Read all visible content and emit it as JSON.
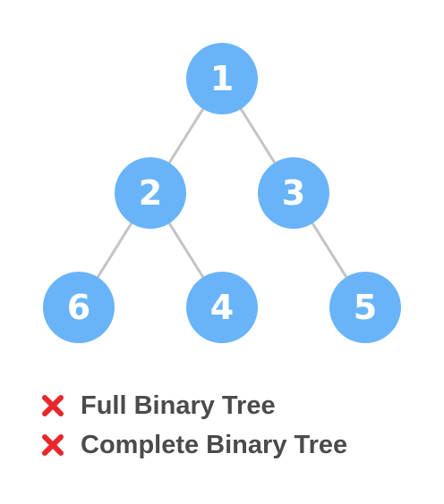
{
  "tree": {
    "nodes": [
      {
        "id": "1",
        "label": "1"
      },
      {
        "id": "2",
        "label": "2"
      },
      {
        "id": "3",
        "label": "3"
      },
      {
        "id": "6",
        "label": "6"
      },
      {
        "id": "4",
        "label": "4"
      },
      {
        "id": "5",
        "label": "5"
      }
    ],
    "edges": [
      {
        "from": "1",
        "to": "2"
      },
      {
        "from": "1",
        "to": "3"
      },
      {
        "from": "2",
        "to": "6"
      },
      {
        "from": "2",
        "to": "4"
      },
      {
        "from": "3",
        "to": "5"
      }
    ],
    "node_color": "#69b4f8",
    "edge_color": "#c4c4c4"
  },
  "legend": {
    "items": [
      {
        "label": "Full Binary Tree",
        "icon": "cross-icon",
        "color": "#e8262b"
      },
      {
        "label": "Complete Binary Tree",
        "icon": "cross-icon",
        "color": "#e8262b"
      }
    ]
  }
}
